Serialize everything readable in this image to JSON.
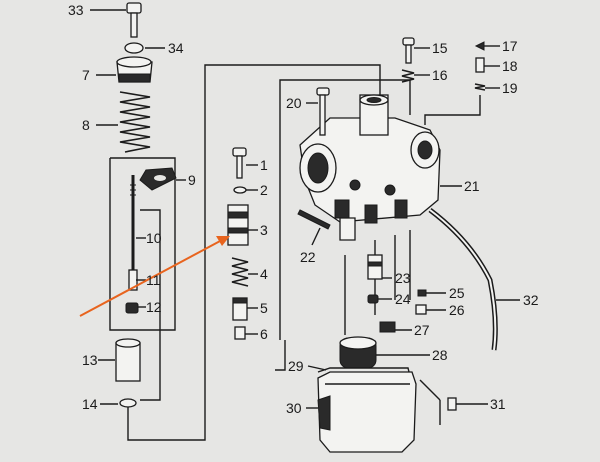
{
  "diagram": {
    "type": "exploded-parts-drawing",
    "callouts": [
      {
        "key": "c33",
        "text": "33"
      },
      {
        "key": "c34",
        "text": "34"
      },
      {
        "key": "c7",
        "text": "7"
      },
      {
        "key": "c8",
        "text": "8"
      },
      {
        "key": "c9",
        "text": "9"
      },
      {
        "key": "c10",
        "text": "10"
      },
      {
        "key": "c11",
        "text": "11"
      },
      {
        "key": "c12",
        "text": "12"
      },
      {
        "key": "c13",
        "text": "13"
      },
      {
        "key": "c14",
        "text": "14"
      },
      {
        "key": "c1",
        "text": "1"
      },
      {
        "key": "c2",
        "text": "2"
      },
      {
        "key": "c3",
        "text": "3"
      },
      {
        "key": "c4",
        "text": "4"
      },
      {
        "key": "c5",
        "text": "5"
      },
      {
        "key": "c6",
        "text": "6"
      },
      {
        "key": "c15",
        "text": "15"
      },
      {
        "key": "c16",
        "text": "16"
      },
      {
        "key": "c17",
        "text": "17"
      },
      {
        "key": "c18",
        "text": "18"
      },
      {
        "key": "c19",
        "text": "19"
      },
      {
        "key": "c20",
        "text": "20"
      },
      {
        "key": "c21",
        "text": "21"
      },
      {
        "key": "c22",
        "text": "22"
      },
      {
        "key": "c23",
        "text": "23"
      },
      {
        "key": "c24",
        "text": "24"
      },
      {
        "key": "c25",
        "text": "25"
      },
      {
        "key": "c26",
        "text": "26"
      },
      {
        "key": "c27",
        "text": "27"
      },
      {
        "key": "c28",
        "text": "28"
      },
      {
        "key": "c29",
        "text": "29"
      },
      {
        "key": "c30",
        "text": "30"
      },
      {
        "key": "c31",
        "text": "31"
      },
      {
        "key": "c32",
        "text": "32"
      }
    ],
    "colors": {
      "paper": "#e6e6e4",
      "ink": "#1b1b1b",
      "highlight_arrow": "#e8641e"
    }
  }
}
